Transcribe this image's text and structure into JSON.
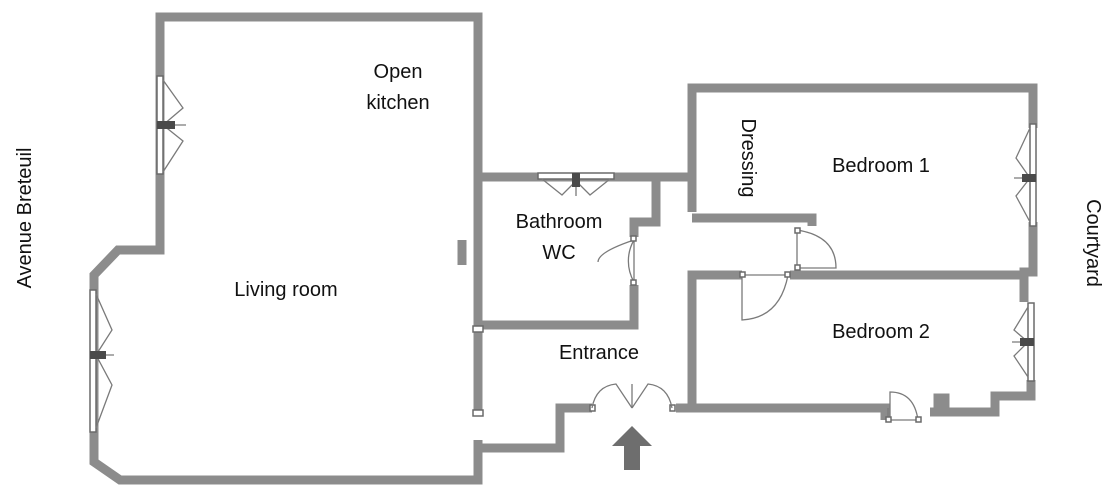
{
  "rooms": {
    "open_kitchen_line1": "Open",
    "open_kitchen_line2": "kitchen",
    "living_room": "Living room",
    "bathroom_line1": "Bathroom",
    "bathroom_line2": "WC",
    "dressing": "Dressing",
    "bedroom_1": "Bedroom 1",
    "bedroom_2": "Bedroom 2",
    "entrance": "Entrance"
  },
  "streets": {
    "left": "Avenue Breteuil",
    "right": "Courtyard"
  },
  "colors": {
    "wall": "#8c8c8c",
    "text": "#111111",
    "arrow": "#6e6e6e",
    "background": "#ffffff"
  }
}
